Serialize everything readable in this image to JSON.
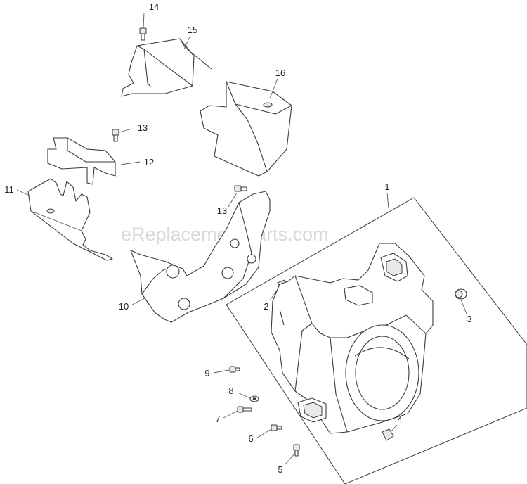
{
  "watermark": "eReplacementParts.com",
  "callouts": [
    "1",
    "2",
    "3",
    "4",
    "5",
    "6",
    "7",
    "8",
    "9",
    "10",
    "11",
    "12",
    "13",
    "13",
    "14",
    "15",
    "16"
  ]
}
